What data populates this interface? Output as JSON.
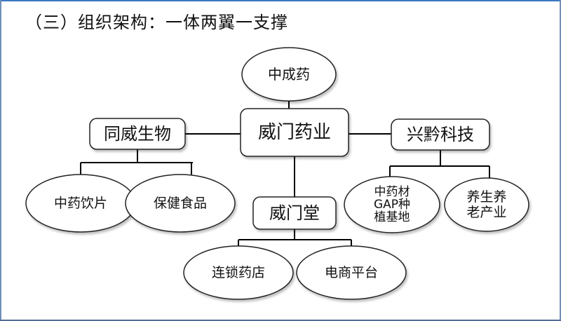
{
  "title": "（三）组织架构：一体两翼一支撑",
  "colors": {
    "line": "#000000",
    "node_fill": "#ffffff",
    "root_text": "#ff0000",
    "text": "#111111",
    "frame": "#3a78c2"
  },
  "diagram": {
    "root": {
      "id": "root",
      "label": "威门药业",
      "shape": "rounded-rect"
    },
    "nodes": [
      {
        "id": "zcy",
        "label": "中成药",
        "shape": "ellipse",
        "parent": "root"
      },
      {
        "id": "twsw",
        "label": "同威生物",
        "shape": "rounded-rect",
        "parent": "root"
      },
      {
        "id": "xqkj",
        "label": "兴黔科技",
        "shape": "rounded-rect",
        "parent": "root"
      },
      {
        "id": "wmt",
        "label": "威门堂",
        "shape": "rounded-rect",
        "parent": "root"
      },
      {
        "id": "zyyp",
        "label": "中药饮片",
        "shape": "ellipse",
        "parent": "twsw"
      },
      {
        "id": "bjsp",
        "label": "保健食品",
        "shape": "ellipse",
        "parent": "twsw"
      },
      {
        "id": "gap",
        "label_lines": [
          "中药材",
          "GAP种",
          "植基地"
        ],
        "shape": "ellipse",
        "parent": "xqkj"
      },
      {
        "id": "ysyl",
        "label_lines": [
          "养生养",
          "老产业"
        ],
        "shape": "ellipse",
        "parent": "xqkj"
      },
      {
        "id": "lsyd",
        "label": "连锁药店",
        "shape": "ellipse",
        "parent": "wmt"
      },
      {
        "id": "dspt",
        "label": "电商平台",
        "shape": "ellipse",
        "parent": "wmt"
      }
    ]
  }
}
